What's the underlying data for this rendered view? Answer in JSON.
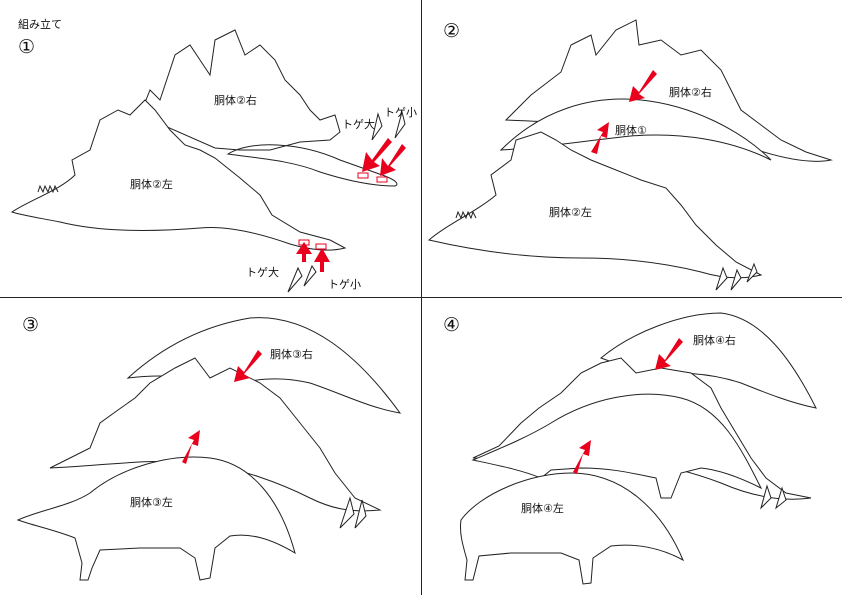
{
  "title": "組み立て",
  "steps": [
    "①",
    "②",
    "③",
    "④"
  ],
  "labels": {
    "body2_right": "胴体②右",
    "body2_left": "胴体②左",
    "body1": "胴体①",
    "body3_right": "胴体③右",
    "body3_left": "胴体③左",
    "body4_right": "胴体④右",
    "body4_left": "胴体④左",
    "spike_large": "トゲ大",
    "spike_small": "トゲ小"
  },
  "colors": {
    "arrow": "#e8001c",
    "outline": "#222222",
    "divider": "#222222"
  }
}
